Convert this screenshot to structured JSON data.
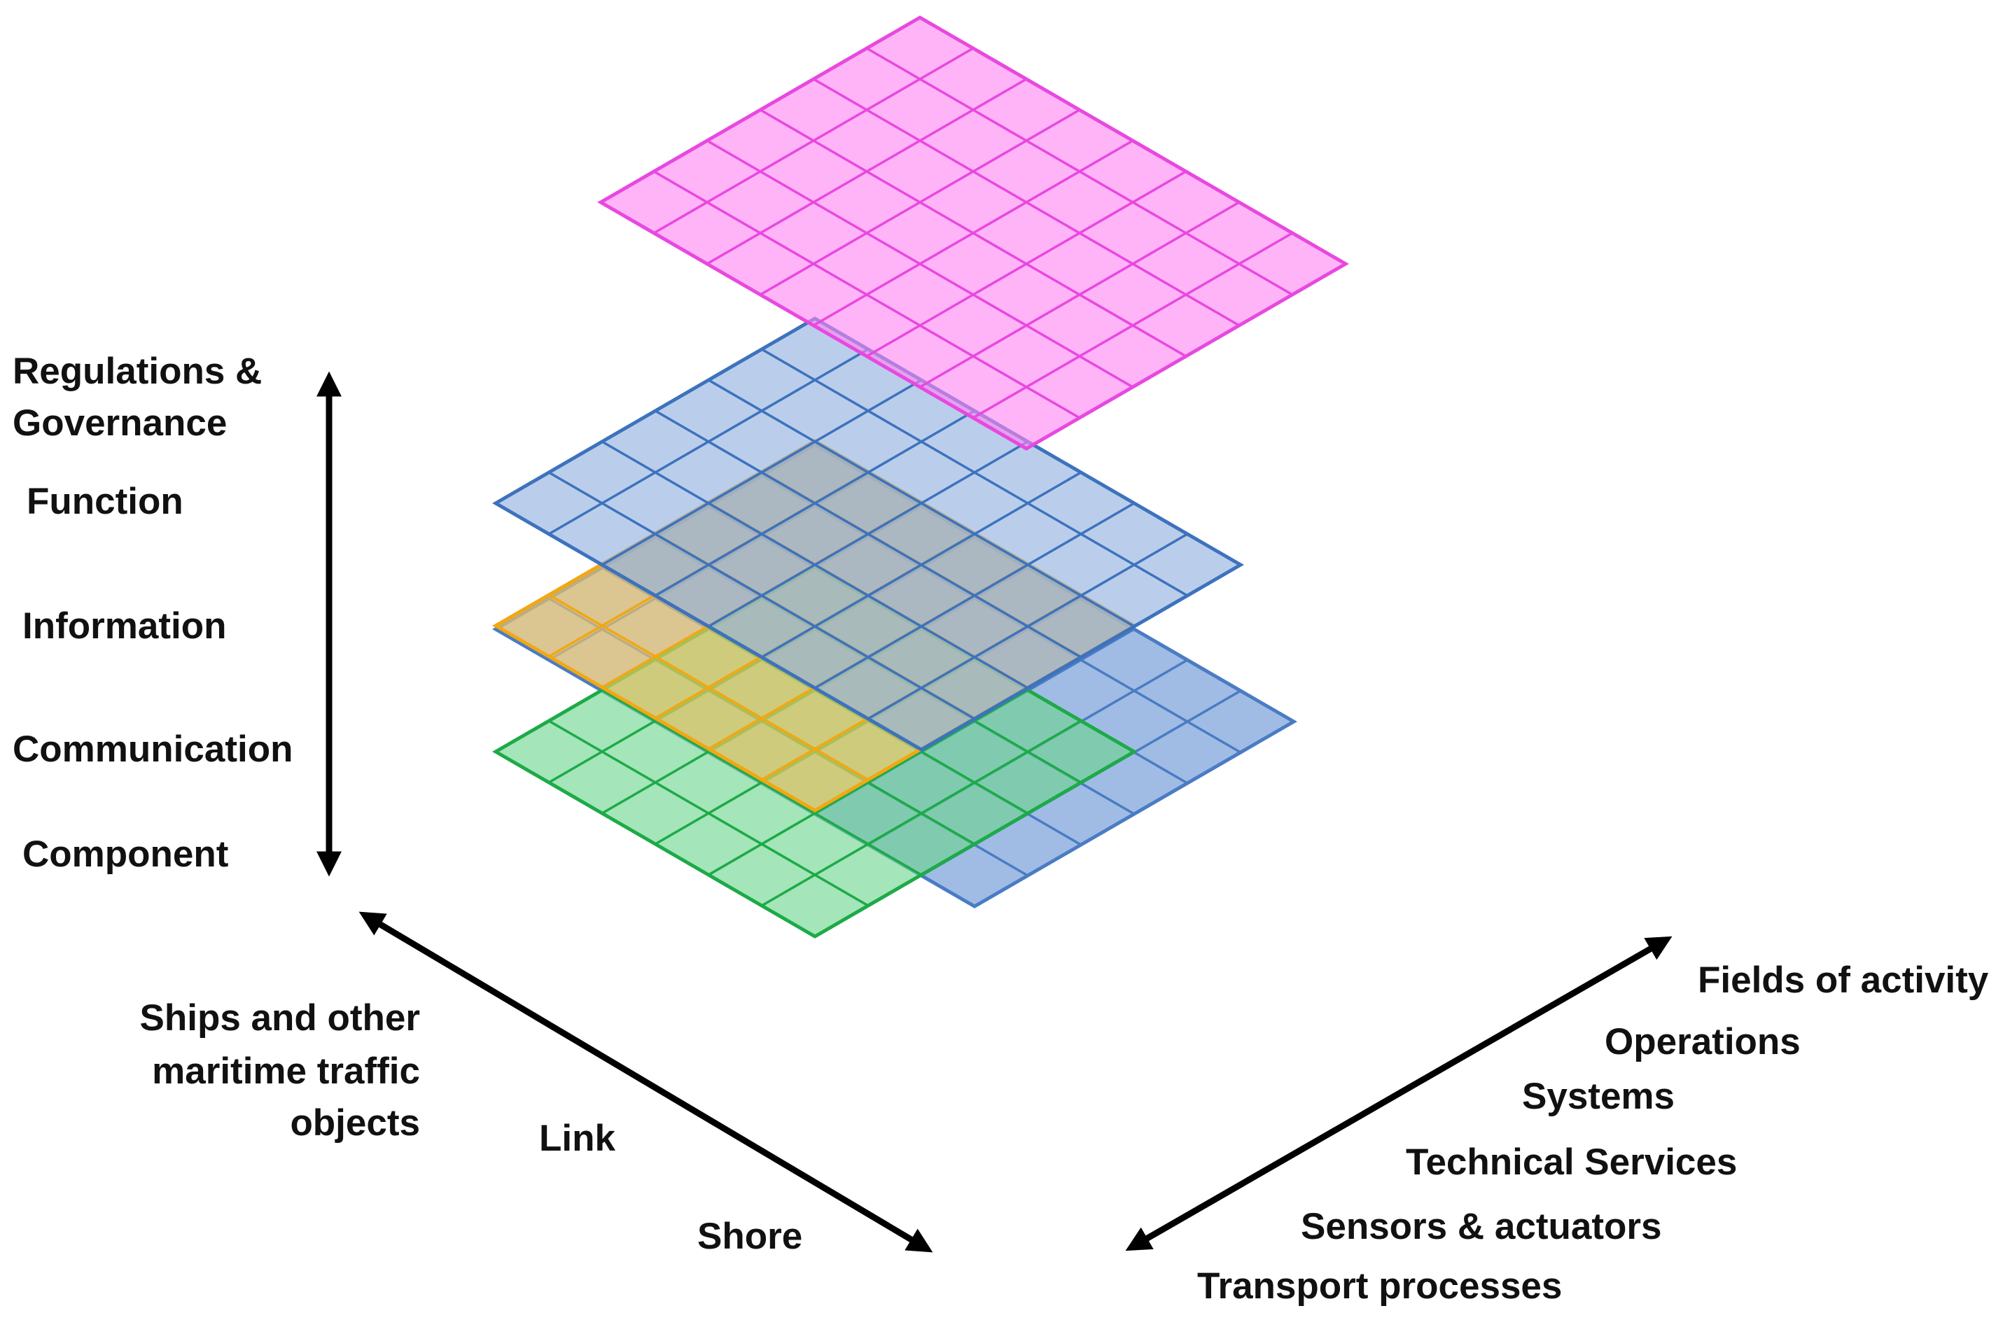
{
  "vertical_axis": {
    "labels": [
      "Regulations &",
      "Governance",
      "Function",
      "Information",
      "Communication",
      "Component"
    ]
  },
  "left_axis": {
    "labels": [
      "Ships and other",
      "maritime traffic",
      "objects",
      "Link",
      "Shore"
    ]
  },
  "right_axis": {
    "labels": [
      "Fields of activity",
      "Operations",
      "Systems",
      "Technical Services",
      "Sensors & actuators",
      "Transport processes"
    ]
  },
  "layers": [
    {
      "name": "Component",
      "fill": "#8FB0DF",
      "stroke": "#4A7CC4"
    },
    {
      "name": "Communication",
      "fill": "#6CD58E",
      "stroke": "#1DAA48"
    },
    {
      "name": "Information",
      "fill": "#FFCC5E",
      "stroke": "#F2A712"
    },
    {
      "name": "Function",
      "fill": "#8FB0DF",
      "stroke": "#3D72BD"
    },
    {
      "name": "Regulations & Governance",
      "fill": "#FF86F2",
      "stroke": "#E848E0"
    }
  ],
  "colors": {
    "arrow": "#000000",
    "text": "#111111"
  }
}
